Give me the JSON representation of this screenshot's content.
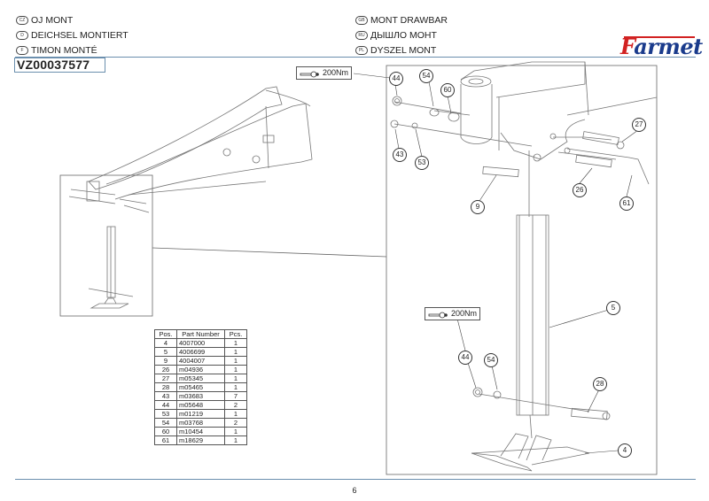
{
  "header": {
    "titles_left": [
      {
        "flag": "CZ",
        "text": "OJ MONT"
      },
      {
        "flag": "D",
        "text": "DEICHSEL MONTIERT"
      },
      {
        "flag": "F",
        "text": "TIMON MONTÉ"
      }
    ],
    "titles_right": [
      {
        "flag": "GB",
        "text": "MONT DRAWBAR"
      },
      {
        "flag": "RU",
        "text": "ДЫШЛО МОНТ"
      },
      {
        "flag": "PL",
        "text": "DYSZEL MONT"
      }
    ],
    "assembly_code": "VZ00037577",
    "logo": {
      "first_letter": "F",
      "rest": "armet",
      "colors": {
        "primary": "#1a3b8c",
        "accent": "#d22222"
      }
    }
  },
  "torque_labels": [
    {
      "value": "200Nm",
      "icon": "torque-wrench-icon"
    },
    {
      "value": "200Nm",
      "icon": "torque-wrench-icon"
    }
  ],
  "callouts": {
    "top": [
      "44",
      "54",
      "60",
      "43",
      "53",
      "9",
      "26",
      "27",
      "61"
    ],
    "bottom": [
      "5",
      "44",
      "54",
      "28",
      "4"
    ]
  },
  "parts_table": {
    "headers": [
      "Pos.",
      "Part Number",
      "Pcs."
    ],
    "rows": [
      [
        "4",
        "4007000",
        "1"
      ],
      [
        "5",
        "4006699",
        "1"
      ],
      [
        "9",
        "4004007",
        "1"
      ],
      [
        "26",
        "m04936",
        "1"
      ],
      [
        "27",
        "m05345",
        "1"
      ],
      [
        "28",
        "m05465",
        "1"
      ],
      [
        "43",
        "m03683",
        "7"
      ],
      [
        "44",
        "m05648",
        "2"
      ],
      [
        "53",
        "m01219",
        "1"
      ],
      [
        "54",
        "m03768",
        "2"
      ],
      [
        "60",
        "m10454",
        "1"
      ],
      [
        "61",
        "m18629",
        "1"
      ]
    ]
  },
  "footer": {
    "page_number": "6"
  }
}
